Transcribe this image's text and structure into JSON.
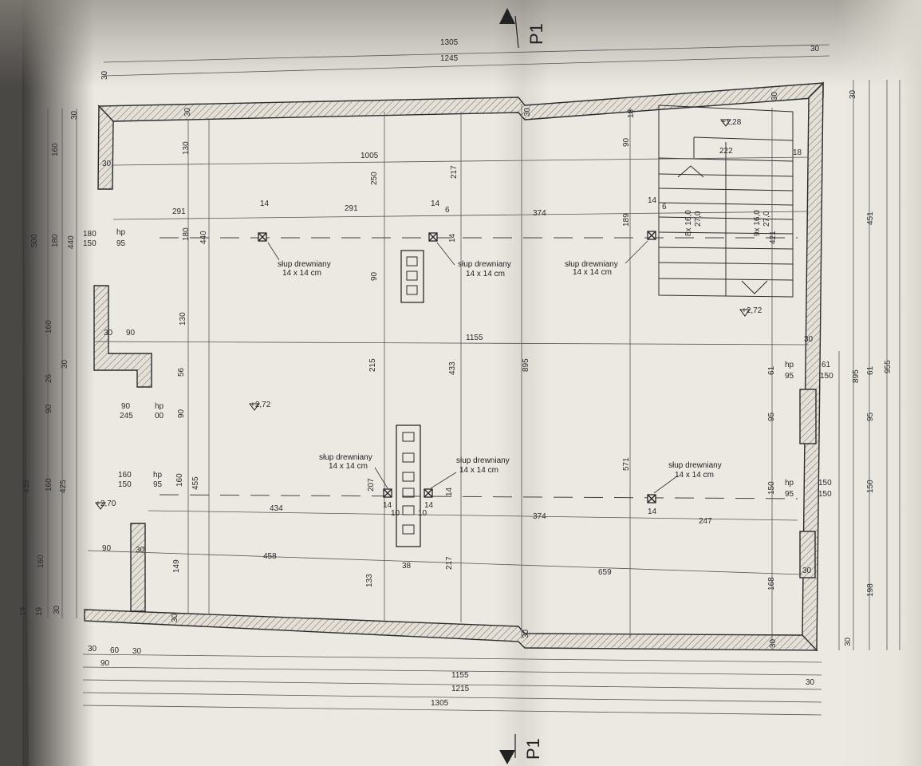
{
  "section_marks": [
    {
      "id": "top",
      "label": "P1"
    },
    {
      "id": "bottom",
      "label": "P1"
    }
  ],
  "dims_top": {
    "overall": "1305",
    "inner": "1245",
    "offset_left": "30",
    "offset_right": "30"
  },
  "dims_bottom": {
    "seg1": "30",
    "seg2": "60",
    "seg3": "30",
    "sub": "90",
    "inner": "1155",
    "mid": "1215",
    "overall": "1305",
    "right": "30"
  },
  "dims_left_outer": [
    "30",
    "160",
    "180",
    "160",
    "30",
    "26",
    "90",
    "160",
    "160",
    "19"
  ],
  "dims_left_mid": [
    "500",
    "436"
  ],
  "dims_left_inner": [
    "440",
    "425",
    "19",
    "30"
  ],
  "dims_right": {
    "a": "30",
    "b": "451",
    "c": "955",
    "d": "61",
    "e": "95",
    "f": "150",
    "g": "198",
    "h": "30",
    "i": "895"
  },
  "dims_interior": {
    "d1005": "1005",
    "d250": "250",
    "d217a": "217",
    "d90a": "90",
    "d18a": "18",
    "d222": "222",
    "d18b": "18",
    "d291a": "291",
    "d291b": "291",
    "d14a": "14",
    "d14b": "14",
    "d6a": "6",
    "d374a": "374",
    "d14c": "14",
    "d6b": "6",
    "d189": "189",
    "d130a": "130",
    "d180": "180",
    "d440": "440",
    "d90b": "90",
    "d14d": "14",
    "d1155": "1155",
    "d130b": "130",
    "d215": "215",
    "d433": "433",
    "d895": "895",
    "d56": "56",
    "d90c": "90",
    "d61": "61",
    "d95": "95",
    "d571": "571",
    "d160": "160",
    "d455": "455",
    "d207": "207",
    "d14e": "14",
    "d10a": "10",
    "d10b": "10",
    "d14f": "14",
    "d14g": "14",
    "d434": "434",
    "d374b": "374",
    "d247": "247",
    "d150": "150",
    "d14h": "14",
    "d149": "149",
    "d133": "133",
    "d38": "38",
    "d217b": "217",
    "d458": "458",
    "d659": "659",
    "d168": "168",
    "d30a": "30",
    "d30b": "30",
    "d30c": "30",
    "d30d": "30",
    "d30e": "30",
    "d30f": "30",
    "d30g": "30",
    "d30h": "30",
    "d30i": "30",
    "d90d": "90",
    "d30j": "30",
    "d421": "421"
  },
  "openings": [
    {
      "id": "o1",
      "top": "180",
      "hp": "hp",
      "bottom": "150",
      "val": "95"
    },
    {
      "id": "o2",
      "top": "90",
      "hp": "hp",
      "bottom": "245",
      "val": "00"
    },
    {
      "id": "o3",
      "top": "160",
      "hp": "hp",
      "bottom": "150",
      "val": "95"
    },
    {
      "id": "o4",
      "top": "hp",
      "hp": "61",
      "bottom": "95",
      "val": "150"
    },
    {
      "id": "o5",
      "top": "hp",
      "hp": "150",
      "bottom": "95",
      "val": "150"
    }
  ],
  "levels": [
    "+1,28",
    "+2,72",
    "+2,72",
    "+2,70"
  ],
  "stairs": {
    "flight1": "8x 16,0",
    "flight1b": "27,0",
    "flight2": "9x 16,0",
    "flight2b": "27,0"
  },
  "columns": [
    {
      "id": "c1",
      "name": "słup drewniany",
      "size": "14 x 14 cm"
    },
    {
      "id": "c2",
      "name": "słup drewniany",
      "size": "14 x 14 cm"
    },
    {
      "id": "c3",
      "name": "słup drewniany",
      "size": "14 x 14 cm"
    },
    {
      "id": "c4",
      "name": "słup drewniany",
      "size": "14 x 14 cm"
    },
    {
      "id": "c5",
      "name": "słup drewniany",
      "size": "14 x 14 cm"
    },
    {
      "id": "c6",
      "name": "słup drewniany",
      "size": "14 x 14 cm"
    }
  ],
  "colors": {
    "paper": "#ece9e2",
    "ink": "#2b2b2b",
    "wall": "#d9d5cc",
    "background": "#6f6c66"
  }
}
